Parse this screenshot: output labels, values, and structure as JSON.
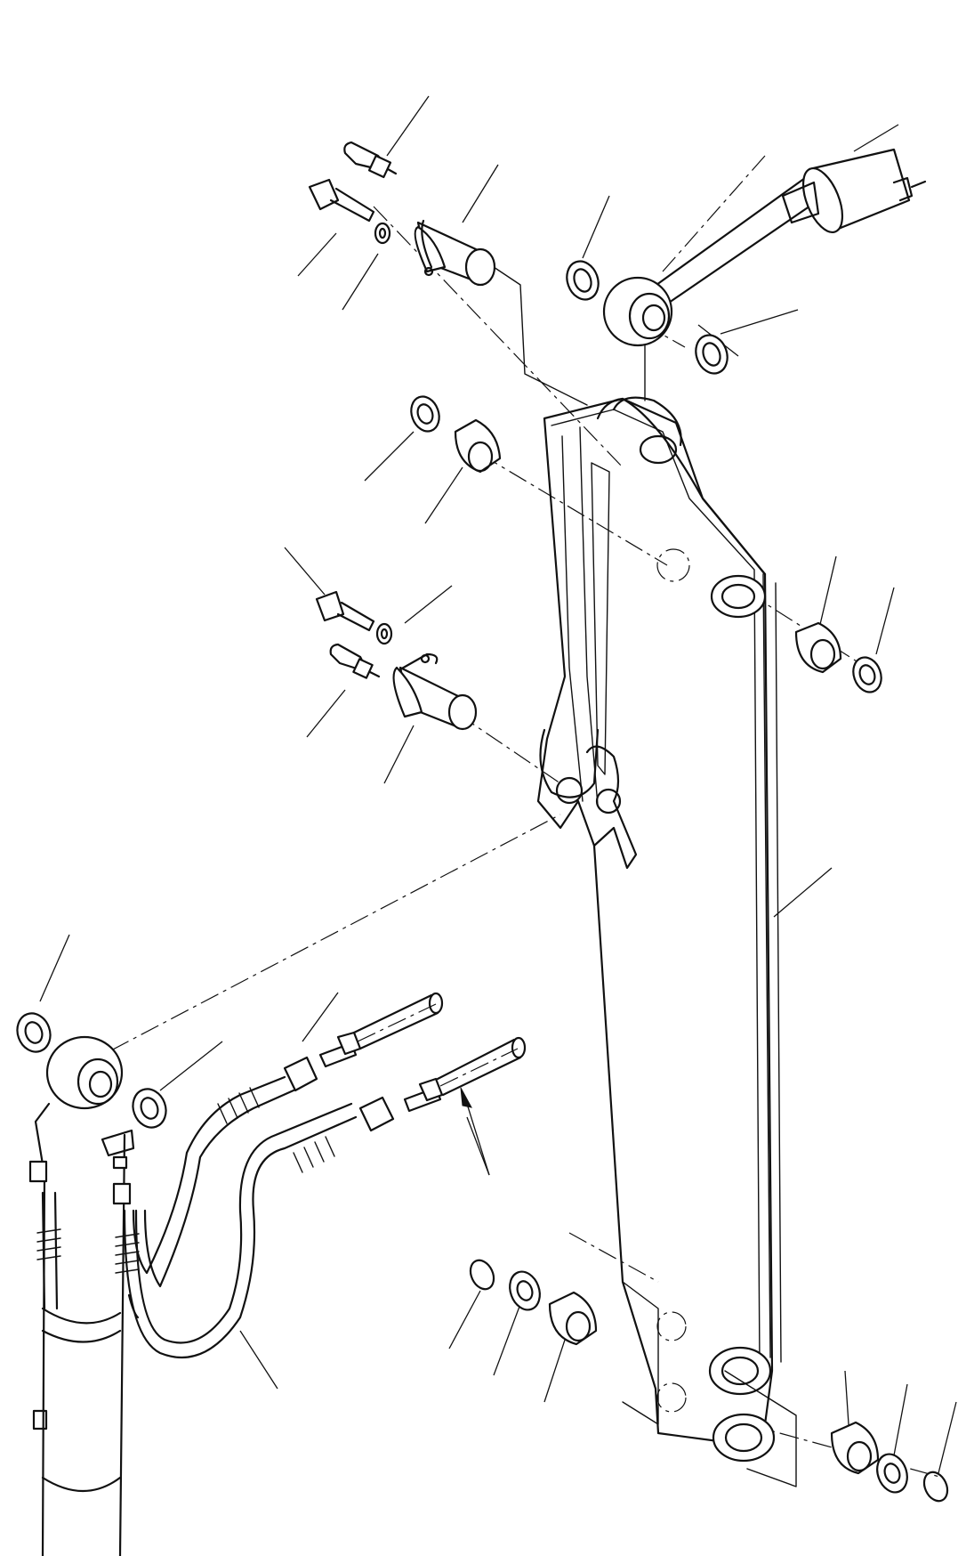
{
  "diagram": {
    "type": "exploded-parts-diagram",
    "subject": "arm",
    "text_labels": [],
    "colors": {
      "line": "#111111",
      "background": "#ffffff"
    },
    "parts": [
      "grease-fitting",
      "bolt",
      "washer",
      "pin",
      "shim",
      "bushing",
      "boom-cylinder-rod",
      "arm",
      "hydraulic-hose",
      "hose-fitting",
      "bucket-cylinder",
      "snap-ring",
      "seal"
    ]
  }
}
